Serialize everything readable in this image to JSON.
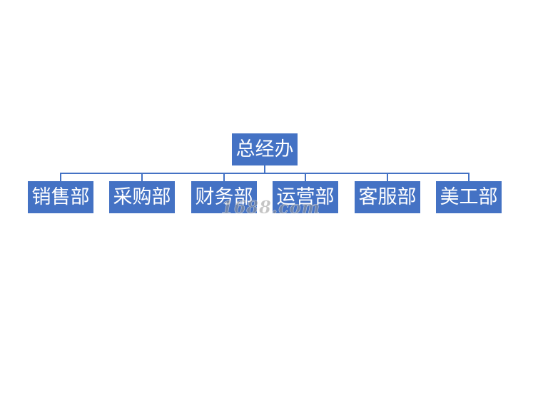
{
  "org_chart": {
    "root": {
      "label": "总经办"
    },
    "departments": [
      {
        "label": "销售部"
      },
      {
        "label": "采购部"
      },
      {
        "label": "财务部"
      },
      {
        "label": "运营部"
      },
      {
        "label": "客服部"
      },
      {
        "label": "美工部"
      }
    ]
  },
  "watermark": {
    "text": "1688.com"
  },
  "colors": {
    "node_fill": "#4472c4",
    "node_text": "#ffffff",
    "connector": "#4472c4",
    "background": "#ffffff"
  }
}
